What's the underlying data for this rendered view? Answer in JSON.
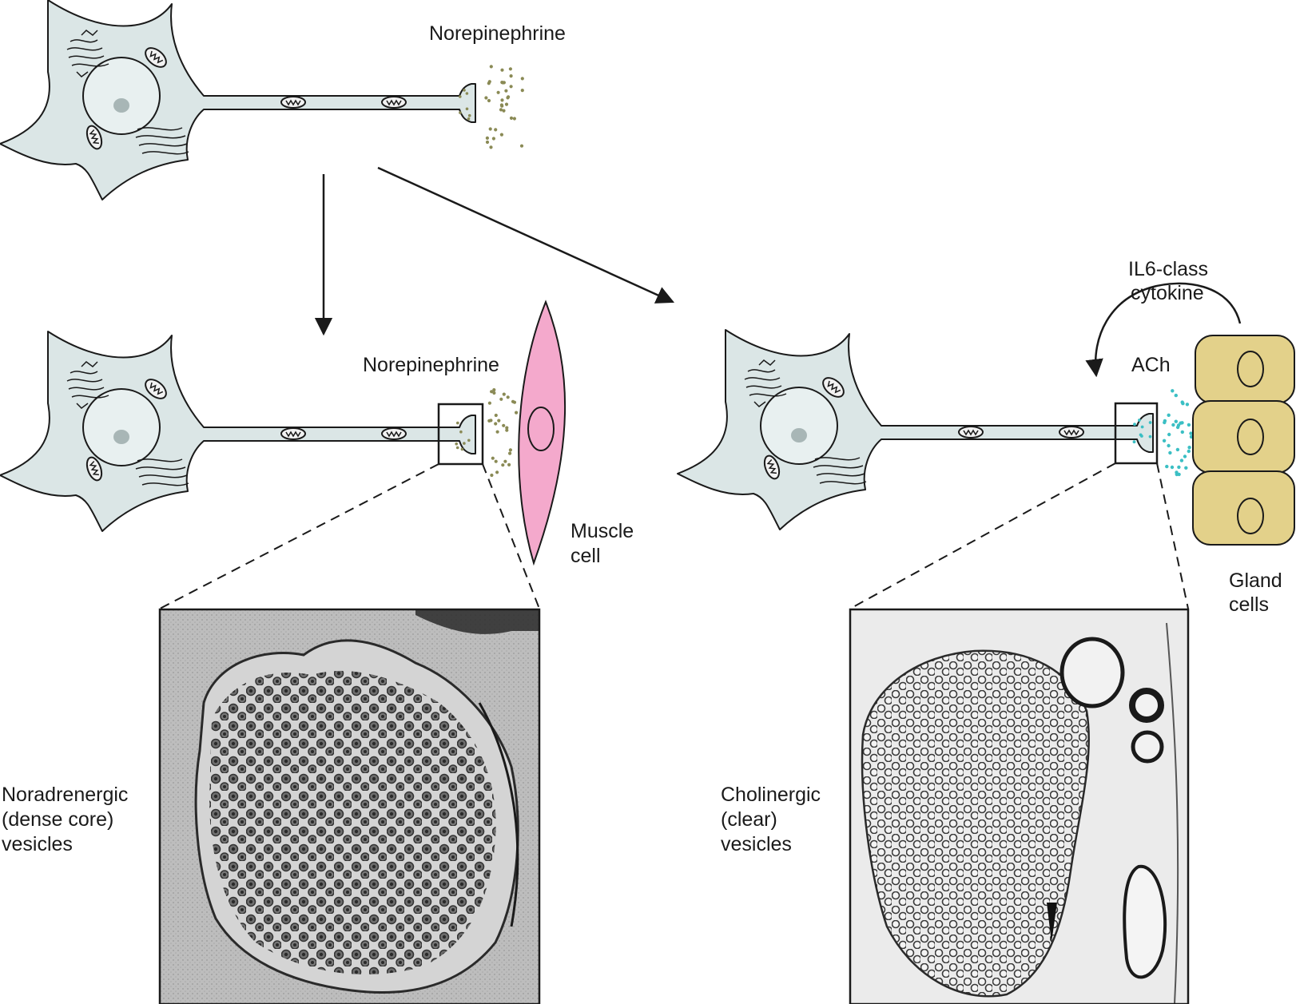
{
  "colors": {
    "neuron_fill": "#dbe6e6",
    "norepinephrine_dots": "#8a8a55",
    "ach_dots": "#3bbfc4",
    "muscle_fill": "#f4a9cc",
    "gland_fill": "#e3d18a",
    "em_background": "#cfcfcf"
  },
  "labels": {
    "norepinephrine_top": "Norepinephrine",
    "norepinephrine_mid": "Norepinephrine",
    "muscle_line1": "Muscle",
    "muscle_line2": "cell",
    "cytokine_line1": "IL6-class",
    "cytokine_line2": "cytokine",
    "ach": "ACh",
    "gland_line1": "Gland",
    "gland_line2": "cells",
    "noradrenergic_line1": "Noradrenergic",
    "noradrenergic_line2": "(dense core)",
    "noradrenergic_line3": "vesicles",
    "cholinergic_line1": "Cholinergic",
    "cholinergic_line2": "(clear)",
    "cholinergic_line3": "vesicles"
  },
  "icons": {
    "neurons": [
      "neuron-icon",
      "neuron-icon",
      "neuron-icon"
    ],
    "muscle": "muscle-cell-icon",
    "glands": [
      "gland-cell-icon",
      "gland-cell-icon",
      "gland-cell-icon"
    ],
    "micrographs": [
      "noradrenergic-micrograph",
      "cholinergic-micrograph"
    ]
  }
}
